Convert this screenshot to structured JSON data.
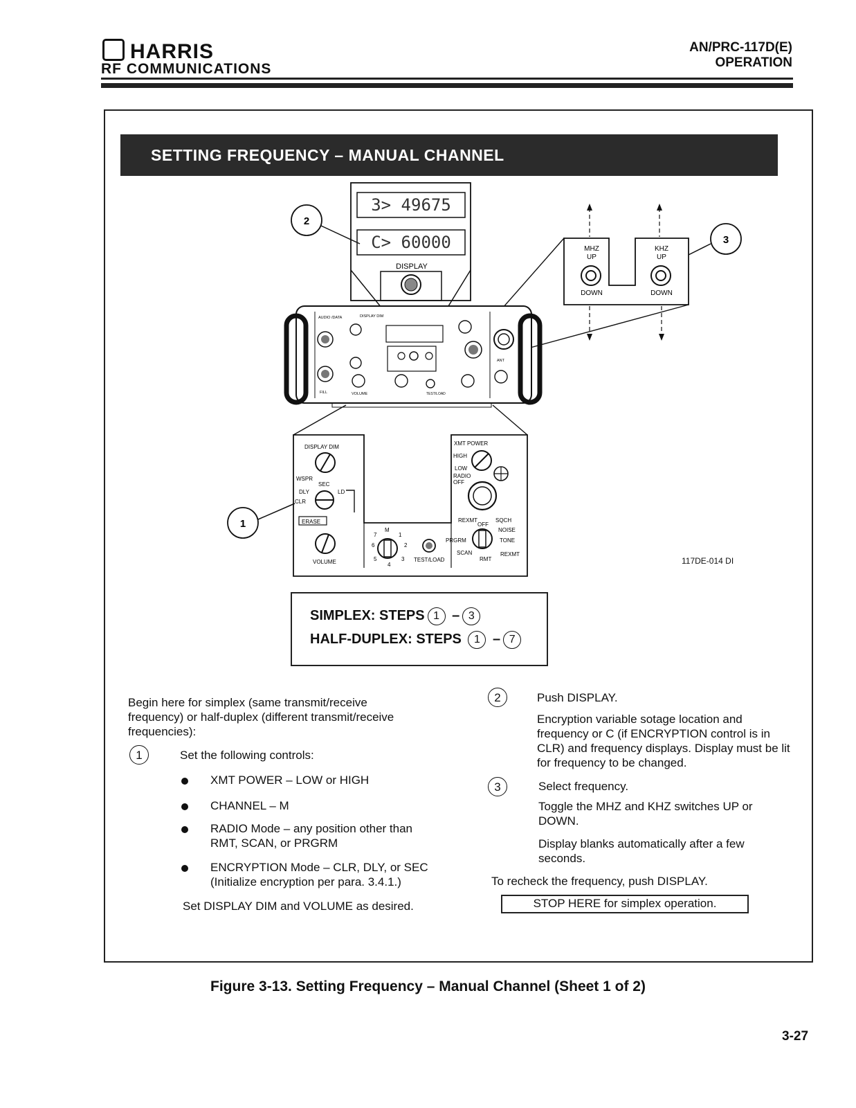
{
  "header": {
    "brand": "HARRIS",
    "brand_sub": "RF COMMUNICATIONS",
    "doc_model": "AN/PRC-117D(E)",
    "doc_section": "OPERATION"
  },
  "title": "SETTING FREQUENCY – MANUAL CHANNEL",
  "diagram": {
    "callouts": [
      "1",
      "2",
      "3"
    ],
    "display_lines": [
      "3> 49675",
      "C> 60000"
    ],
    "display_label": "DISPLAY",
    "mhz": {
      "label_top": "MHZ",
      "label_up": "UP",
      "label_down": "DOWN"
    },
    "khz": {
      "label_top": "KHZ",
      "label_up": "UP",
      "label_down": "DOWN"
    },
    "panel_labels": {
      "display_dim": "DISPLAY DIM",
      "wspr": "WSPR",
      "sec": "SEC",
      "dly": "DLY",
      "ld": "LD",
      "clr": "CLR",
      "erase": "ERASE",
      "volume": "VOLUME",
      "xmt_power": "XMT POWER",
      "high": "HIGH",
      "low": "LOW",
      "radio": "RADIO",
      "off": "OFF",
      "rexmt": "REXMT",
      "sqch": "SQCH",
      "noise": "NOISE",
      "tone": "TONE",
      "prgrm": "PRGRM",
      "scan": "SCAN",
      "rmt": "RMT",
      "test_load": "TEST/LOAD",
      "m": "M",
      "ch_nums": [
        "7",
        "1",
        "6",
        "2",
        "5",
        "4",
        "3"
      ],
      "audio_data": "AUDIO /DATA",
      "fill": "FILL",
      "ant": "ANT"
    },
    "figure_code": "117DE-014 DI"
  },
  "steps_box": {
    "line1_label": "SIMPLEX: STEPS",
    "line1_from": "1",
    "line1_to": "3",
    "line2_label": "HALF-DUPLEX: STEPS",
    "line2_from": "1",
    "line2_to": "7",
    "dash": "–"
  },
  "left_col": {
    "intro": "Begin here for simplex (same transmit/receive frequency) or half-duplex (different transmit/receive frequencies):",
    "step1_num": "1",
    "step1_text": "Set the following controls:",
    "bullets": [
      "XMT POWER – LOW or HIGH",
      "CHANNEL – M",
      "RADIO Mode – any position other than RMT, SCAN, or PRGRM",
      "ENCRYPTION Mode – CLR, DLY, or SEC (Initialize encryption per para. 3.4.1.)"
    ],
    "final": "Set DISPLAY DIM and VOLUME as desired."
  },
  "right_col": {
    "step2_num": "2",
    "step2_title": "Push DISPLAY.",
    "step2_text": "Encryption variable sotage location and frequency or C (if ENCRYPTION control is in CLR) and frequency displays. Display must be lit for frequency to be changed.",
    "step3_num": "3",
    "step3_title": "Select frequency.",
    "step3_text1": "Toggle the MHZ and KHZ switches UP or DOWN.",
    "step3_text2": "Display blanks automatically after a few seconds.",
    "recheck": "To recheck the frequency, push DISPLAY.",
    "stop": "STOP HERE for simplex operation."
  },
  "caption": "Figure 3-13. Setting Frequency – Manual Channel (Sheet 1 of 2)",
  "page_number": "3-27"
}
